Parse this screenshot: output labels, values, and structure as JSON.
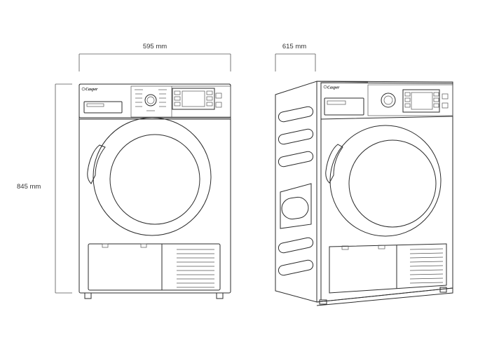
{
  "dimensions": {
    "width": "595 mm",
    "depth": "615 mm",
    "height": "845 mm"
  },
  "brand": {
    "front_logo": "Casper",
    "side_logo": "Casper"
  },
  "colors": {
    "line": "#2b2b2b",
    "dimension_line": "#555555",
    "background": "#ffffff"
  }
}
